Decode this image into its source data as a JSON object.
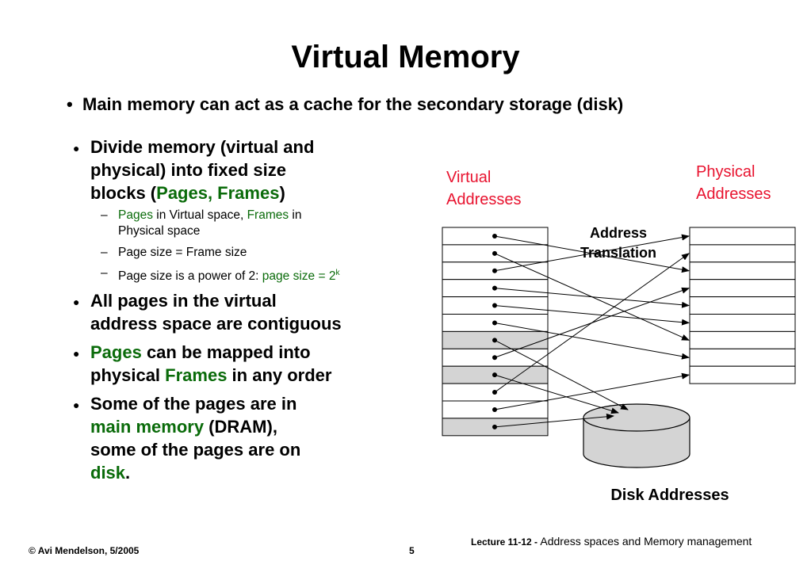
{
  "title": "Virtual Memory",
  "top_bullet": "Main memory can act as a cache for the secondary storage (disk)",
  "bullets": {
    "b1": {
      "line1": "Divide memory (virtual and",
      "line2": "physical) into fixed size",
      "line3a": "blocks (",
      "line3b": "Pages, Frames",
      "line3c": ")"
    },
    "sub1": {
      "a": "Pages",
      "b": " in Virtual space, ",
      "c": "Frames",
      "d": " in",
      "e": "Physical space"
    },
    "sub2": "Page size = Frame size",
    "sub3": {
      "a": "Page size is a power of 2:  ",
      "b": "page size = 2",
      "sup": "k"
    },
    "b2": {
      "line1": "All pages in the virtual",
      "line2": "address space are contiguous"
    },
    "b3": {
      "a": "Pages",
      "b": " can be mapped into",
      "c": "physical ",
      "d": "Frames",
      "e": " in any order"
    },
    "b4": {
      "line1": "Some of the pages are in",
      "a": "main memory",
      "b": " (DRAM),",
      "line3": "some of the pages are on",
      "c": "disk",
      "d": "."
    }
  },
  "diagram": {
    "virtual_label_1": "Virtual",
    "virtual_label_2": "Addresses",
    "physical_label_1": "Physical",
    "physical_label_2": "Addresses",
    "translation_label_1": "Address",
    "translation_label_2": "Translation",
    "disk_label": "Disk Addresses",
    "virtual_pages": 12,
    "physical_frames": 9,
    "shaded_virtual_pages": [
      6,
      8,
      11
    ],
    "mappings": [
      {
        "from": 0,
        "to_frame": 2
      },
      {
        "from": 1,
        "to_frame": 6
      },
      {
        "from": 2,
        "to_frame": 0
      },
      {
        "from": 3,
        "to_frame": 4
      },
      {
        "from": 4,
        "to_frame": 5
      },
      {
        "from": 5,
        "to_frame": 7
      },
      {
        "from": 6,
        "to": "disk"
      },
      {
        "from": 7,
        "to_frame": 3
      },
      {
        "from": 8,
        "to": "disk"
      },
      {
        "from": 9,
        "to_frame": 1
      },
      {
        "from": 10,
        "to_frame": 8
      },
      {
        "from": 11,
        "to": "disk"
      }
    ],
    "colors": {
      "shade": "#d4d4d4",
      "accent_red": "#e8132f",
      "accent_green": "#0a6b0a"
    }
  },
  "footer": {
    "copyright": "© Avi Mendelson, 5/2005",
    "page_number": "5",
    "lecture": "Lecture 11-12 - ",
    "topic": "Address spaces and Memory management"
  }
}
